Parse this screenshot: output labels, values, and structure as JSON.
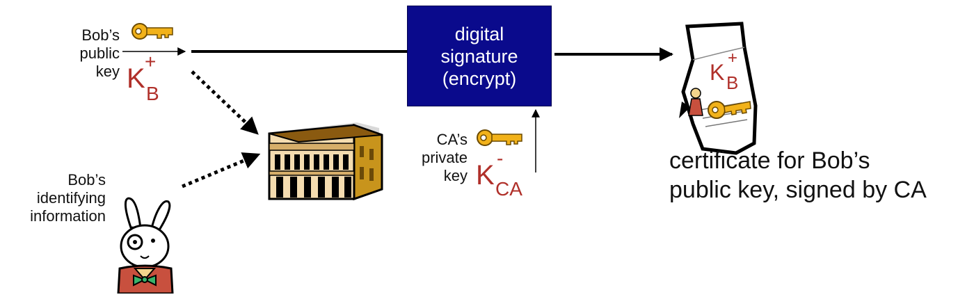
{
  "bob_key": {
    "label_lines": [
      "Bob’s",
      "public",
      "key"
    ],
    "key_letter": "K",
    "subscript": "B",
    "superscript": "+"
  },
  "bob_info": {
    "label_lines": [
      "Bob’s",
      "identifying",
      "information"
    ]
  },
  "signature_box": {
    "lines": [
      "digital",
      "signature",
      "(encrypt)"
    ]
  },
  "ca_key": {
    "label_lines": [
      "CA’s",
      "private",
      "key"
    ],
    "key_letter": "K",
    "subscript": "CA",
    "superscript": "-"
  },
  "certificate": {
    "key_letter": "K",
    "subscript": "B",
    "superscript": "+"
  },
  "caption": {
    "lines": [
      "certificate for Bob’s",
      "public key, signed by CA"
    ]
  },
  "colors": {
    "box_fill": "#0a0a8c",
    "key_text": "#b0302a",
    "key_gold": "#f2b21a"
  }
}
